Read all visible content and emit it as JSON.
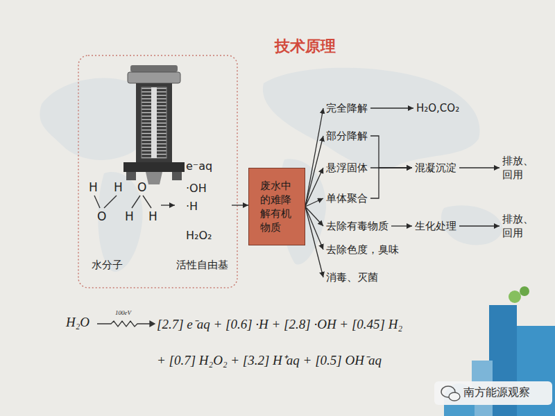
{
  "diagram": {
    "title": "技术原理",
    "nodes": [
      {
        "text": [
          "H",
          "H",
          "O",
          "O",
          "H",
          "H",
          "水分子"
        ]
      },
      {
        "text": [
          "e⁻aq",
          "·OH",
          "·H",
          "H₂O₂",
          "活性自由基"
        ]
      },
      {
        "text": [
          "废水中的难降解有机物质"
        ]
      },
      {
        "text": [
          "完全降解"
        ]
      },
      {
        "text": [
          "H₂O,CO₂"
        ]
      },
      {
        "text": [
          "部分降解"
        ]
      },
      {
        "text": [
          "悬浮固体"
        ]
      },
      {
        "text": [
          "单体聚合"
        ]
      },
      {
        "text": [
          "混凝沉淀"
        ]
      },
      {
        "text": [
          "排放、回用"
        ]
      },
      {
        "text": [
          "去除有毒物质"
        ]
      },
      {
        "text": [
          "生化处理"
        ]
      },
      {
        "text": [
          "排放、回用"
        ]
      },
      {
        "text": [
          "去除色度，臭味"
        ]
      },
      {
        "text": [
          "消毒、灭菌"
        ]
      }
    ],
    "edges": [
      {
        "from": 0,
        "to": 1,
        "arrow": "to"
      },
      {
        "from": 1,
        "to": 2,
        "arrow": "to"
      },
      {
        "from": 2,
        "to": 3,
        "arrow": "to"
      },
      {
        "from": 2,
        "to": 5,
        "arrow": "to"
      },
      {
        "from": 2,
        "to": 6,
        "arrow": "to"
      },
      {
        "from": 2,
        "to": 7,
        "arrow": "to"
      },
      {
        "from": 2,
        "to": 10,
        "arrow": "to"
      },
      {
        "from": 2,
        "to": 13,
        "arrow": "to"
      },
      {
        "from": 2,
        "to": 14,
        "arrow": "to"
      },
      {
        "from": 3,
        "to": 4,
        "arrow": "to"
      },
      {
        "from": 5,
        "to": 8,
        "arrow": "to"
      },
      {
        "from": 6,
        "to": 8,
        "arrow": "to"
      },
      {
        "from": 7,
        "to": 8,
        "arrow": "to"
      },
      {
        "from": 8,
        "to": 9,
        "arrow": "to"
      },
      {
        "from": 10,
        "to": 11,
        "arrow": "to"
      },
      {
        "from": 11,
        "to": 12,
        "arrow": "to"
      }
    ],
    "labels": [
      "H₂O",
      "100eV",
      "[2.7] e⁻aq + [0.6] ·H + [2.8] ·OH + [0.45] H₂",
      "+ [0.7] H₂O₂ + [3.2] H⁺aq + [0.5] OH⁻aq",
      "南方能源观察"
    ]
  }
}
